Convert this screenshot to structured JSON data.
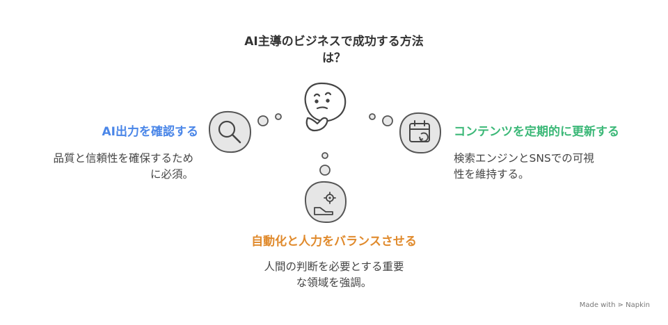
{
  "title": {
    "line1": "AI主導のビジネスで成功する方法",
    "line2": "は？"
  },
  "left": {
    "heading": "AI出力を確認する",
    "desc_line1": "品質と信頼性を確保するため",
    "desc_line2": "に必須。",
    "color": "#4a86e8",
    "icon": "magnifier-icon"
  },
  "right": {
    "heading": "コンテンツを定期的に更新する",
    "desc_line1": "検索エンジンとSNSでの可視",
    "desc_line2": "性を維持する。",
    "color": "#3cb878",
    "icon": "calendar-refresh-icon"
  },
  "bottom": {
    "heading": "自動化と人力をバランスさせる",
    "desc_line1": "人間の判断を必要とする重要",
    "desc_line2": "な領域を強調。",
    "color": "#e08a2c",
    "icon": "gear-hand-icon"
  },
  "center": {
    "icon": "thinking-face-icon"
  },
  "watermark": "Made with ⋗ Napkin"
}
